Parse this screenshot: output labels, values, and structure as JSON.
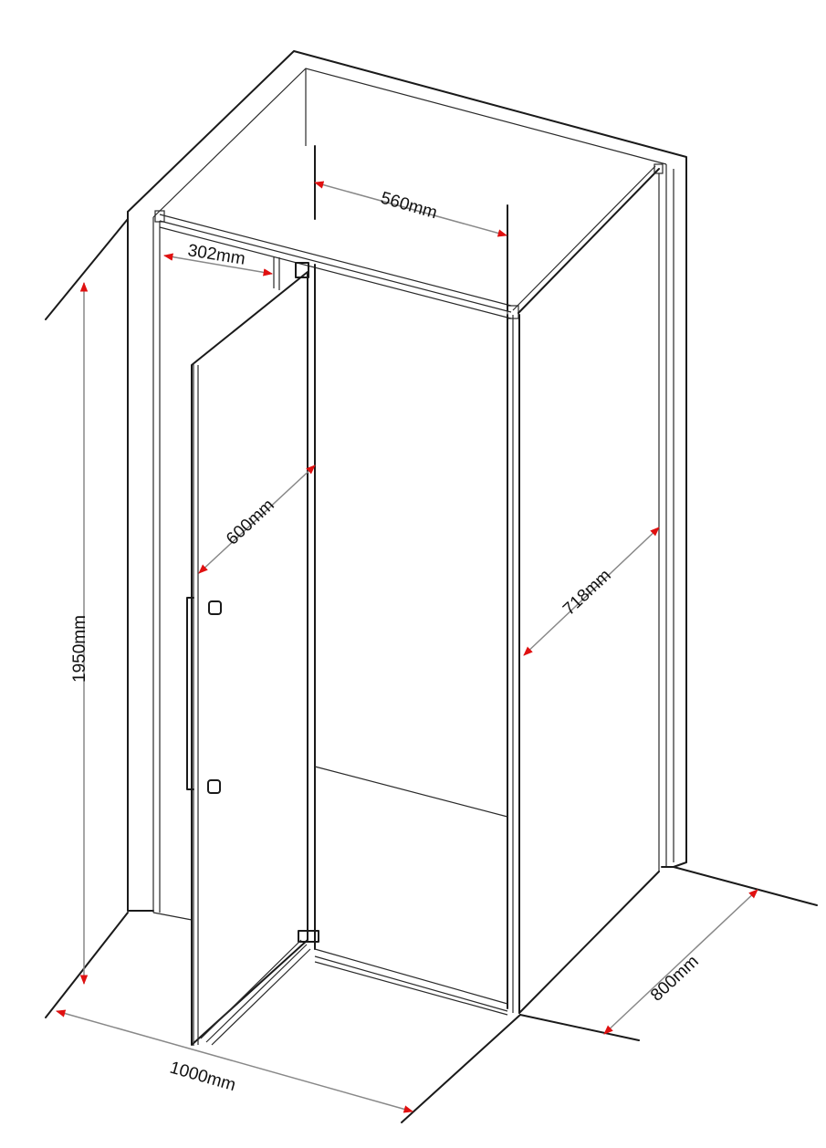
{
  "colors": {
    "line": "#1a1a1a",
    "dimension": "#888888",
    "arrow": "#e01010",
    "text": "#111111"
  },
  "dimensions": {
    "top_width": "560mm",
    "fixed_panel_gap": "302mm",
    "door_width": "600mm",
    "side_depth": "718mm",
    "height": "1950mm",
    "total_width": "1000mm",
    "total_depth": "800mm"
  }
}
